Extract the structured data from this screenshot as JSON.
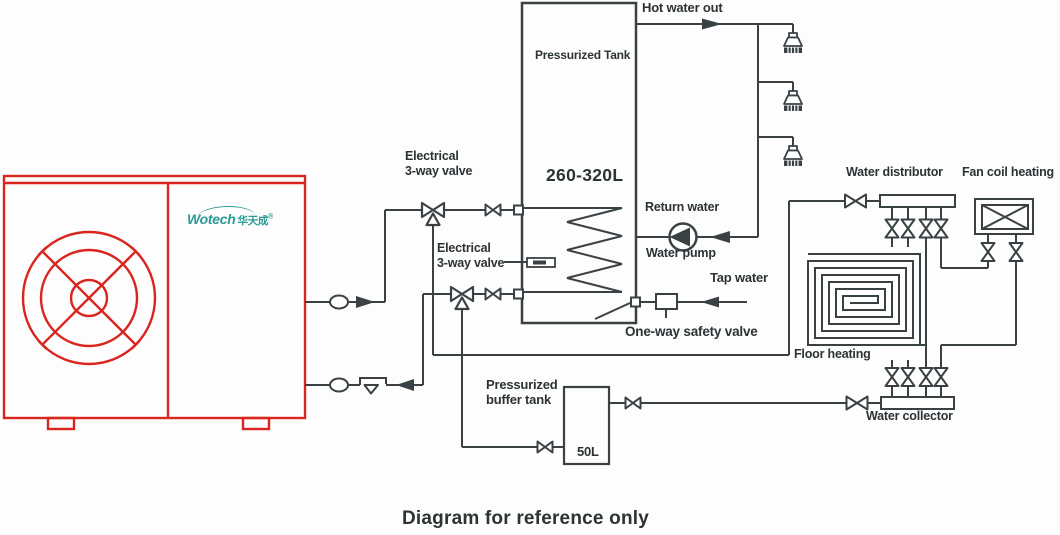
{
  "diagram": {
    "footer": "Diagram for reference only",
    "brand": {
      "logo_text": "Wotech",
      "logo_cn": "华天成",
      "registered": "®"
    },
    "labels": {
      "hot_water_out": "Hot water out",
      "pressurized_tank": "Pressurized Tank",
      "tank_capacity": "260-320L",
      "return_water": "Return water",
      "water_pump": "Water pump",
      "tap_water": "Tap water",
      "one_way_safety_valve": "One-way safety valve",
      "electrical_3way_valve_a_line1": "Electrical",
      "electrical_3way_valve_a_line2": "3-way valve",
      "electrical_3way_valve_b_line1": "Electrical",
      "electrical_3way_valve_b_line2": "3-way valve",
      "pressurized_buffer_line1": "Pressurized",
      "pressurized_buffer_line2": "buffer tank",
      "buffer_capacity": "50L",
      "water_distributor": "Water distributor",
      "fan_coil_heating": "Fan coil heating",
      "floor_heating": "Floor heating",
      "water_collector": "Water collector"
    },
    "icons": {
      "three_way_valve": "three-way-valve-icon",
      "shutoff_valve": "shutoff-valve-icon",
      "flow_arrow": "flow-arrow-icon",
      "shower_head": "shower-head-icon",
      "circulation_pump": "water-pump-icon",
      "strainer": "y-strainer-icon",
      "flexible_joint": "flex-joint-icon",
      "fan": "fan-icon"
    },
    "colors": {
      "pipe": "#3a4144",
      "heat_pump_outline": "#d9251d",
      "brand_teal": "#2b9a92",
      "text": "#2c3335"
    }
  }
}
